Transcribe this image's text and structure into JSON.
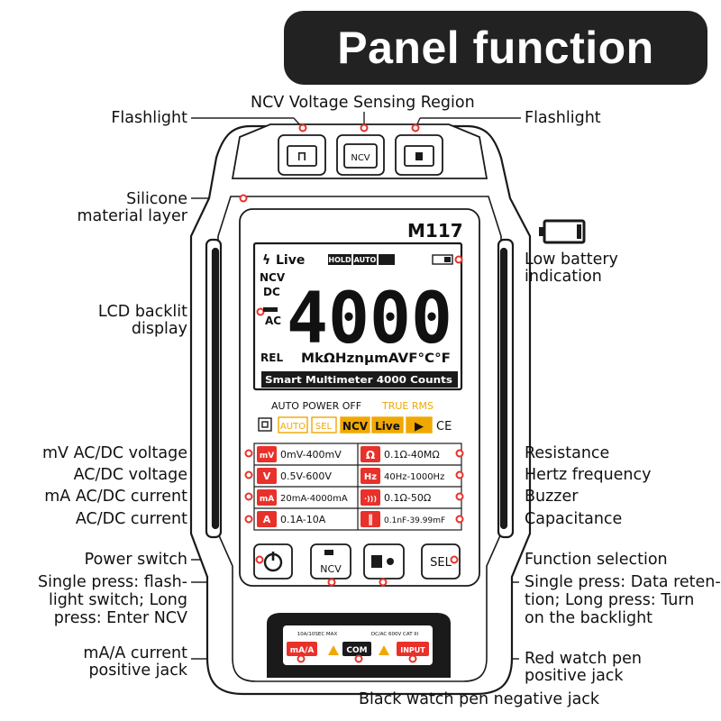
{
  "title": "Panel function",
  "device": {
    "model": "M117",
    "lcd": {
      "reading": "4000",
      "top_row": {
        "bolt": "ϟ",
        "live": "Live",
        "hold": "HOLD",
        "auto": "AUTO"
      },
      "left_labels": {
        "ncv": "NCV",
        "dc": "DC",
        "ac": "AC",
        "rel": "REL"
      },
      "units_row": "MkΩHznµmAVF°C°F",
      "footer": "Smart Multimeter  4000 Counts"
    },
    "top_buttons": {
      "ncv": "NCV"
    },
    "info": {
      "auto_power_off": "AUTO POWER OFF",
      "true_rms": "TRUE RMS",
      "badges": {
        "auto": "AUTO",
        "sel": "SEL",
        "ncv": "NCV",
        "live": "Live",
        "ce": "CE"
      }
    },
    "ranges": {
      "left": [
        {
          "icon": "mV",
          "text": "0mV-400mV"
        },
        {
          "icon": "V",
          "text": "0.5V-600V"
        },
        {
          "icon": "mA",
          "text": "20mA-4000mA"
        },
        {
          "icon": "A",
          "text": "0.1A-10A"
        }
      ],
      "right": [
        {
          "icon": "Ω",
          "text": "0.1Ω-40MΩ"
        },
        {
          "icon": "Hz",
          "text": "40Hz-1000Hz"
        },
        {
          "icon": "·)))",
          "text": "0.1Ω-50Ω"
        },
        {
          "icon": "‖",
          "text": "0.1nF-39.99mF"
        }
      ]
    },
    "bottom_buttons": {
      "ncv": "NCV",
      "sel": "SEL"
    },
    "jacks": {
      "ma_a": "mA/A",
      "com": "COM",
      "input": "INPUT",
      "rating_left": "10A/10SEC MAX",
      "rating_right": "DC/AC 600V CAT III"
    }
  },
  "callouts": {
    "ncv_region": "NCV Voltage Sensing Region",
    "flashlight_left": "Flashlight",
    "flashlight_right": "Flashlight",
    "silicone_1": "Silicone",
    "silicone_2": "material layer",
    "low_battery_1": "Low battery",
    "low_battery_2": "indication",
    "lcd_1": "LCD backlit",
    "lcd_2": "display",
    "mv": "mV AC/DC voltage",
    "acdc_v": "AC/DC voltage",
    "ma": "mA AC/DC current",
    "acdc_a": "AC/DC current",
    "resistance": "Resistance",
    "hertz": "Hertz frequency",
    "buzzer": "Buzzer",
    "capacitance": "Capacitance",
    "power": "Power switch",
    "single_left_1": "Single press: flash-",
    "single_left_2": "light switch;  Long",
    "single_left_3": "press: Enter NCV",
    "function_sel": "Function selection",
    "single_right_1": "Single press: Data reten-",
    "single_right_2": "tion;  Long press: Turn",
    "single_right_3": "on the backlight",
    "ma_jack_1": "mA/A current",
    "ma_jack_2": "positive jack",
    "red_jack_1": "Red watch pen",
    "red_jack_2": "positive jack",
    "black_jack": "Black watch pen negative jack"
  },
  "colors": {
    "accent_red": "#e8312a",
    "amber": "#f0a800",
    "banner": "#222222",
    "body": "#ffffff",
    "outline": "#1a1a1a"
  }
}
